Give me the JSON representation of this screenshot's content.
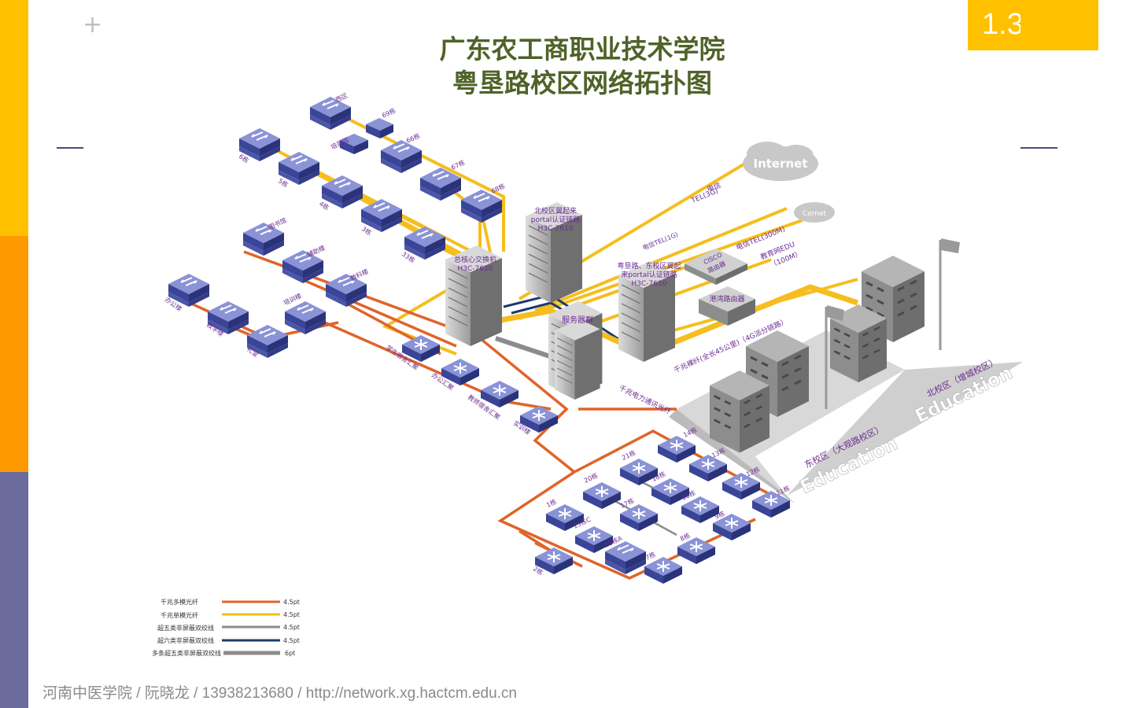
{
  "page": {
    "number": "1.3",
    "footer": "河南中医学院 / 阮晓龙 / 13938213680 / http://network.xg.hactcm.edu.cn"
  },
  "title": {
    "line1": "广东农工商职业技术学院",
    "line2": "粤垦路校区网络拓扑图"
  },
  "colors": {
    "yellow": "#ffc000",
    "orange": "#ff9900",
    "purple": "#6b6b9e",
    "title_green": "#4f6228",
    "fiber_multi": "#e0642a",
    "fiber_single": "#f5be1e",
    "cat5e": "#8c8c8c",
    "cat6": "#1f3a6e"
  },
  "clouds": {
    "internet": "Internet",
    "cernet": "Cernet"
  },
  "core": {
    "main_switch": {
      "l1": "总核心交换机",
      "l2": "H3C-7610"
    },
    "north_auth": {
      "l1": "北校区翼起来",
      "l2": "portal认证链路",
      "l3": "H3C-7610"
    },
    "east_auth": {
      "l1": "粤垦路、东校区翼起",
      "l2": "来portal认证链路",
      "l3": "H3C-7610"
    },
    "servers": "服务器群",
    "cisco": {
      "l1": "CISCO",
      "l2": "路由器"
    },
    "gangwan": "港湾路由器"
  },
  "links": {
    "tel3g": {
      "l1": "电信",
      "l2": "TEL(3G)"
    },
    "tel1g": "电信TEL(1G)",
    "tel300": "电信TEL(300M)",
    "edu": {
      "l1": "教育网EDU",
      "l2": "（100M）"
    },
    "fiber45": "千兆裸纤(全长45公里)（4G派分链路）",
    "power_fiber": "千兆电力通讯光纤"
  },
  "campuses": {
    "east": "东校区（大观路校区）",
    "north": "北校区（增城校区）",
    "edu_word": "Education"
  },
  "buildings": {
    "xiqu": "西区",
    "b69": "69栋",
    "b66": "66栋",
    "garden": "培英园",
    "b6": "6栋",
    "b5": "5栋",
    "b4": "4栋",
    "b3": "3栋",
    "b67": "67栋",
    "b68": "68栋",
    "b33": "33栋",
    "library": "图书馆",
    "fudao": "辅助楼",
    "jiaoke": "教科楼",
    "peixun": "培训楼",
    "office": "办公楼",
    "teaching": "教学楼",
    "hall": "礼堂",
    "dorm_agg": "学生宿舍汇聚",
    "office_agg": "办公汇聚",
    "teacher_agg": "教师宿舍汇聚",
    "training": "实训楼",
    "d14": "14栋",
    "d13": "13栋",
    "d12": "12栋",
    "d11": "11栋",
    "d21": "21栋",
    "d18": "18栋",
    "d16": "16栋",
    "d9": "9栋",
    "d20": "20栋",
    "d17": "17栋",
    "d1": "1栋",
    "d15c": "15栋C",
    "d15a": "15栋A",
    "d8": "8栋",
    "d7": "7栋",
    "d2": "2栋"
  },
  "legend": [
    {
      "label": "千兆多模光纤",
      "value": "4.5pt",
      "color": "#e0642a"
    },
    {
      "label": "千兆单模光纤",
      "value": "4.5pt",
      "color": "#f5be1e"
    },
    {
      "label": "超五类非屏蔽双绞线",
      "value": "4.5pt",
      "color": "#8c8c8c"
    },
    {
      "label": "超六类非屏蔽双绞线",
      "value": "4.5pt",
      "color": "#1f3a6e"
    },
    {
      "label": "多条超五类非屏蔽双绞线",
      "value": "6pt",
      "color": "#8c8c8c"
    }
  ]
}
